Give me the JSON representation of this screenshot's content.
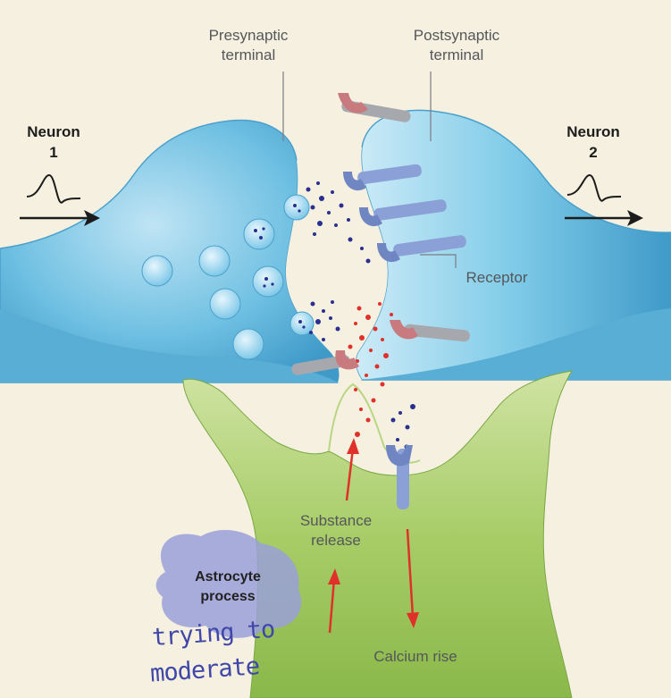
{
  "labels": {
    "presynaptic": [
      "Presynaptic",
      "terminal"
    ],
    "postsynaptic": [
      "Postsynaptic",
      "terminal"
    ],
    "neuron1": [
      "Neuron",
      "1"
    ],
    "neuron2": [
      "Neuron",
      "2"
    ],
    "receptor": "Receptor",
    "substance_release": [
      "Substance",
      "release"
    ],
    "astrocyte_process": [
      "Astrocyte",
      "process"
    ],
    "calcium_rise": "Calcium rise"
  },
  "annotation": [
    "trying to",
    "moderate"
  ],
  "colors": {
    "background": "#f6f0e0",
    "neuron_blue": "#5fb6dc",
    "astrocyte_green": "#9dc45a",
    "neurotransmitter_blue": "#2a2f8f",
    "substance_red": "#e0302a",
    "receptor_blue": "#6f86c2",
    "receptor_red": "#c97a7e",
    "annotation_ink": "#3f47a8",
    "highlight_lavender": "#9aa0d8"
  },
  "icons": [
    "action-potential-icon",
    "arrow-icon",
    "vesicle-icon",
    "receptor-icon"
  ]
}
